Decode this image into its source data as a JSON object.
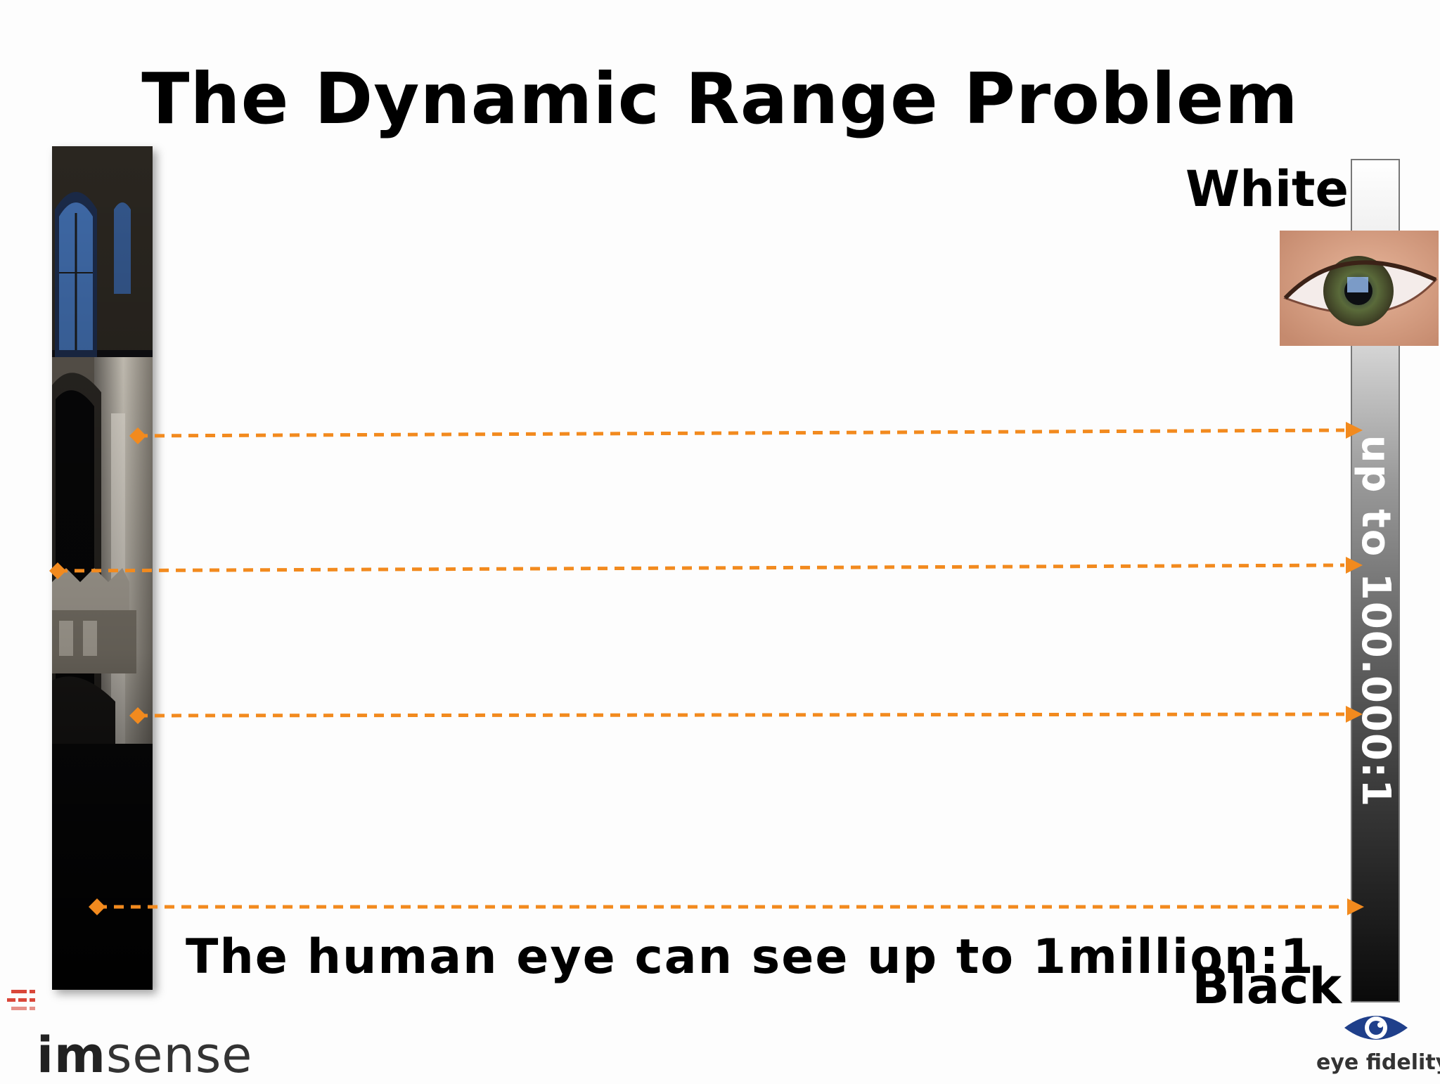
{
  "slide": {
    "title": "The Dynamic Range Problem",
    "caption": "The human eye can see up to 1million:1"
  },
  "scale": {
    "top_label": "White",
    "bottom_label": "Black",
    "range_label": "up to 100.000:1"
  },
  "logos": {
    "left_bold": "im",
    "left_light": "sense",
    "right_text": "eye fidelity"
  },
  "colors": {
    "arrow": "#f28a1e",
    "logo_red": "#d9473a"
  }
}
